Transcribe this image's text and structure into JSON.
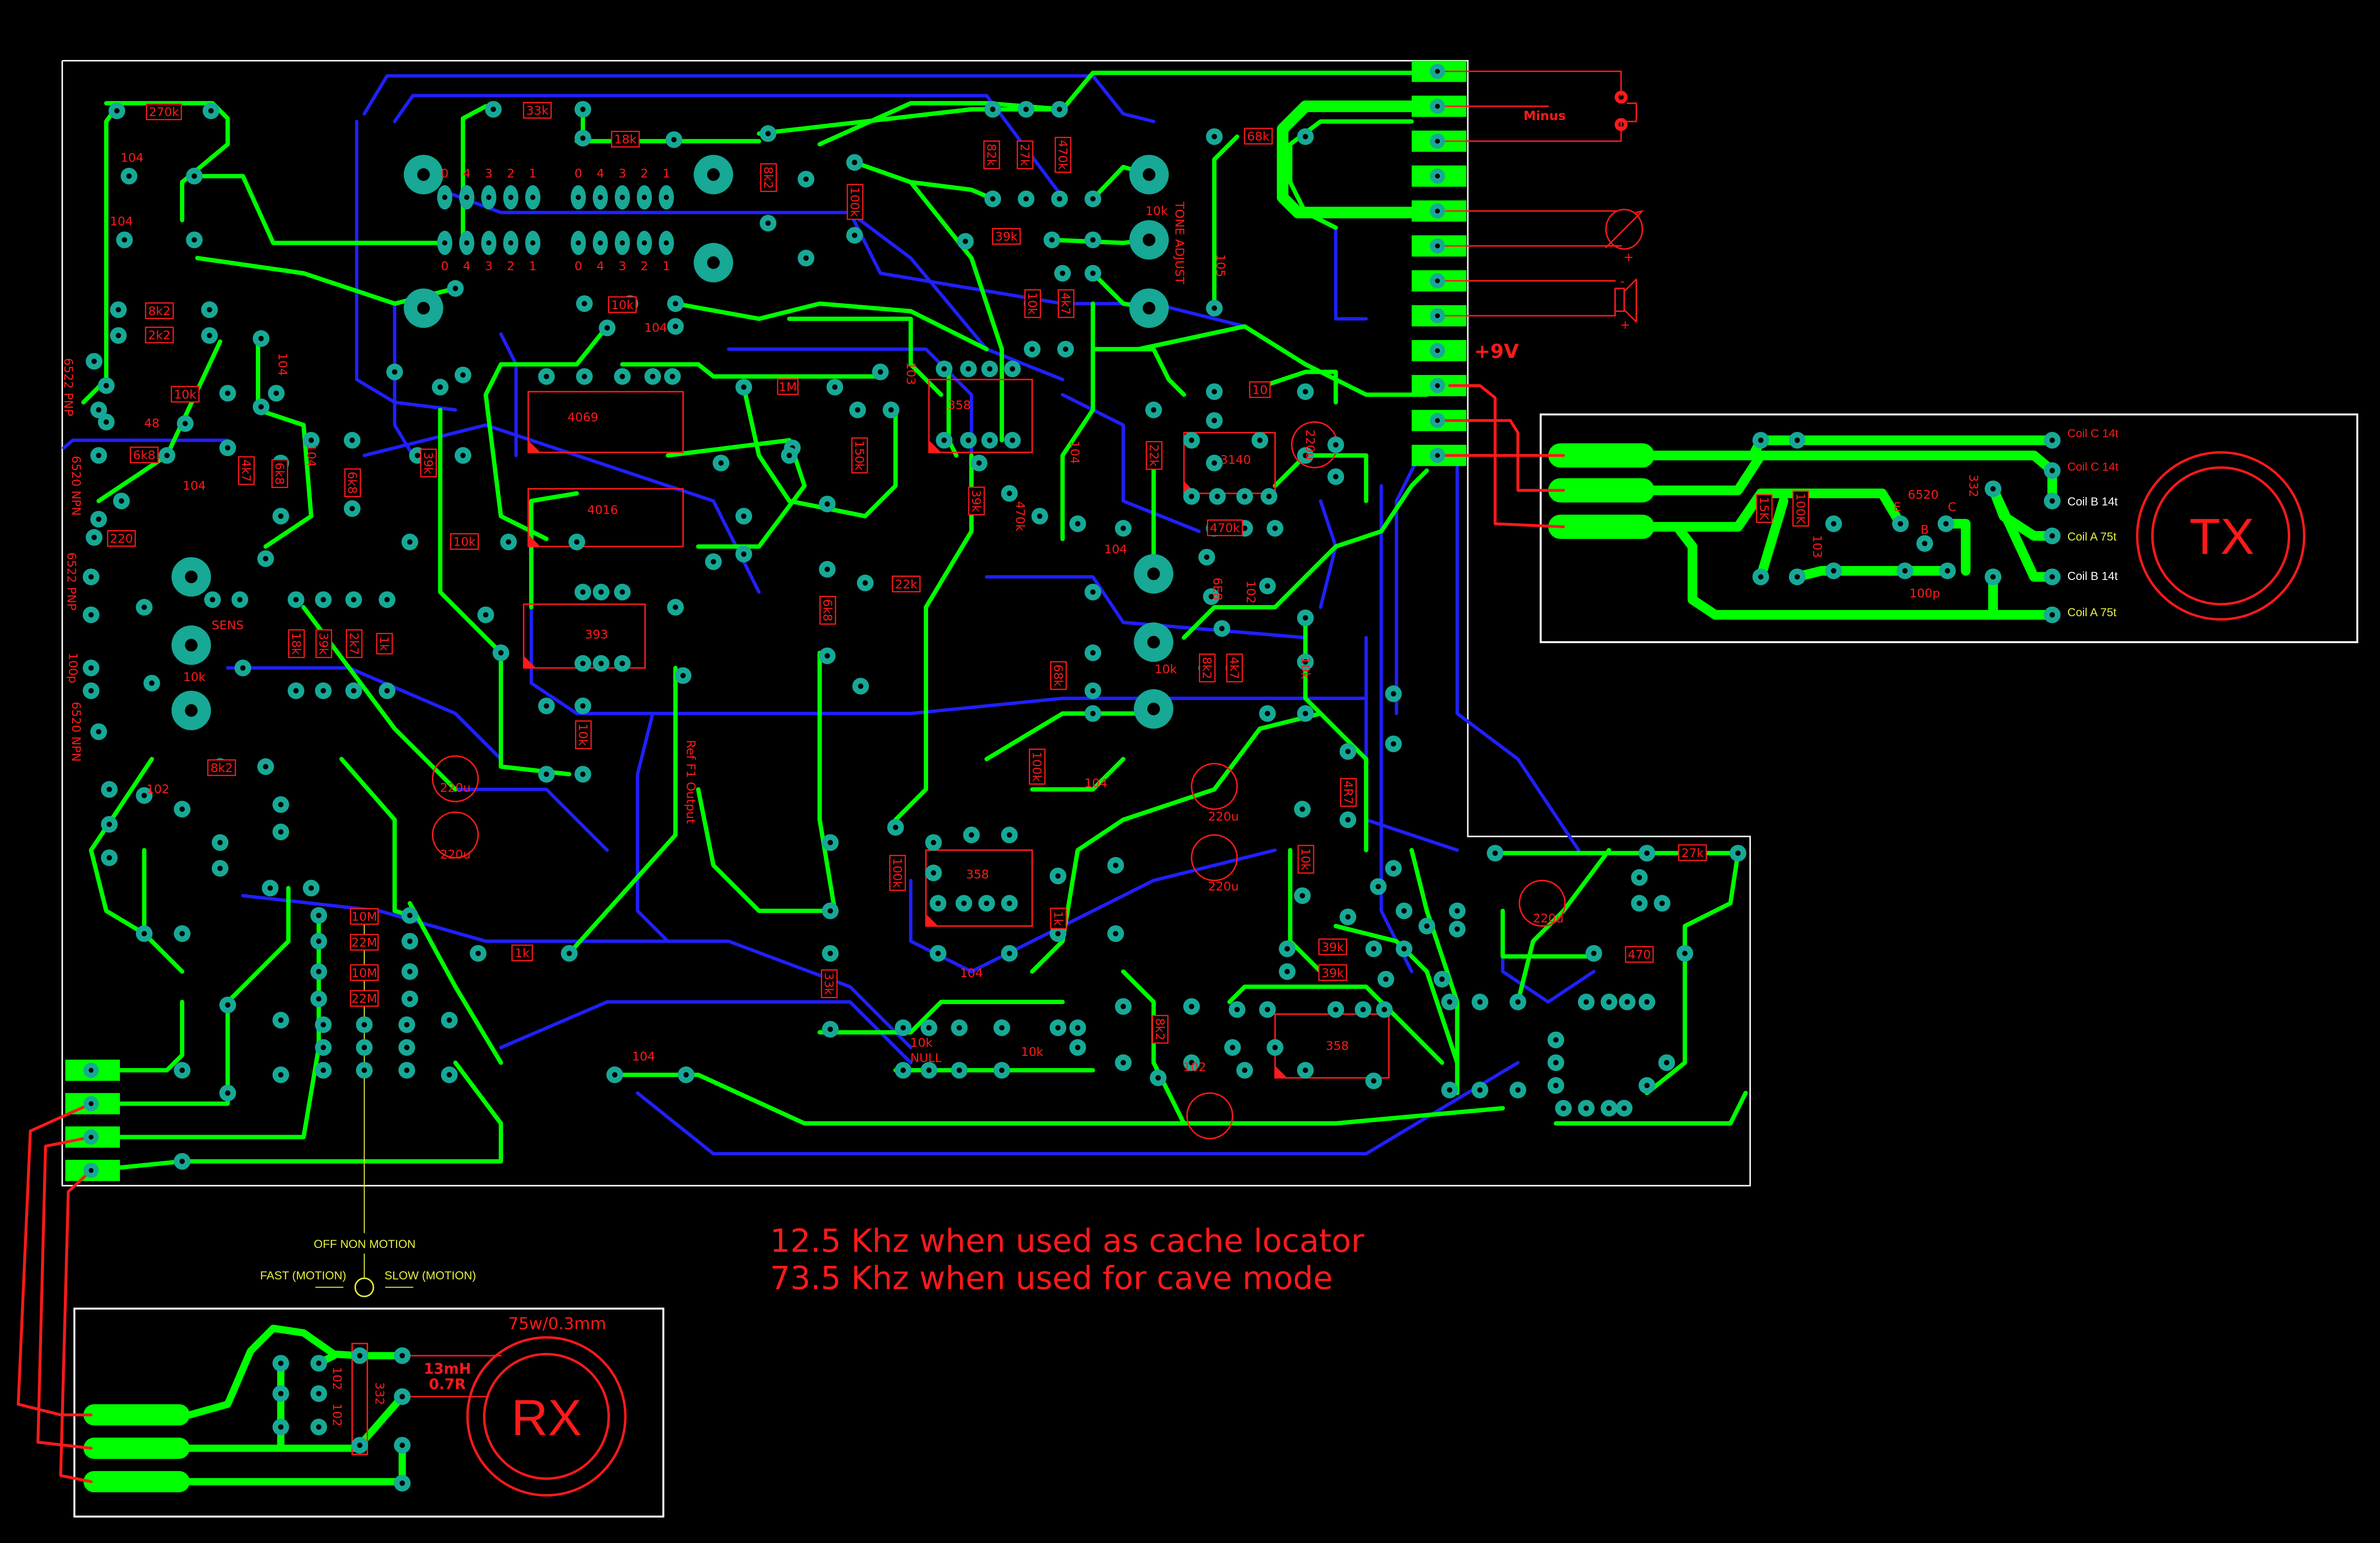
{
  "notes": {
    "line1": "12.5 Khz when used as cache locator",
    "line2": "73.5 Khz when used for cave mode"
  },
  "connectors": {
    "minus": "Minus",
    "plus9v": "+9V",
    "meter_minus": "-",
    "meter_plus": "+",
    "speaker_minus": "-",
    "speaker_plus": "+"
  },
  "motion_switch": {
    "off": "OFF NON MOTION",
    "fast": "FAST (MOTION)",
    "slow": "SLOW (MOTION)"
  },
  "tx": {
    "title": "TX",
    "coils": [
      "Coil C 14t",
      "Coil C 14t",
      "Coil B 14t",
      "Coil A 75t",
      "Coil B 14t",
      "Coil A 75t"
    ],
    "parts": [
      "15K",
      "100K",
      "103",
      "6520",
      "E",
      "C",
      "B",
      "332",
      "100p"
    ]
  },
  "rx": {
    "title": "RX",
    "wire": "75w/0.3mm",
    "inductance": "13mH",
    "resistance": "0.7R",
    "parts": [
      "102",
      "102",
      "332"
    ]
  },
  "main_board": {
    "switch_digits": [
      "0",
      "4",
      "3",
      "2",
      "1"
    ],
    "labels": [
      "270k",
      "104",
      "104",
      "8k2",
      "2k2",
      "10k",
      "48",
      "6k8",
      "104",
      "220",
      "33k",
      "18k",
      "10k",
      "104",
      "4069",
      "4016",
      "393",
      "10k",
      "1M",
      "82k",
      "27k",
      "470k",
      "8k2",
      "100k",
      "39k",
      "10k",
      "TONE ADJUST",
      "105",
      "68k",
      "358",
      "3140",
      "10",
      "220u",
      "22k",
      "150k",
      "104",
      "470k",
      "6E8",
      "10k",
      "SENS",
      "10k",
      "8k2",
      "102",
      "220u",
      "220u",
      "Ref F1 Output",
      "10M",
      "22M",
      "10M",
      "22M",
      "1k",
      "104",
      "10k",
      "NULL",
      "358",
      "104",
      "1k",
      "104",
      "220u",
      "220u",
      "27k",
      "39k",
      "39k",
      "358",
      "220u",
      "470",
      "10k",
      "102",
      "8k2",
      "33k",
      "10k",
      "4R7",
      "6522 PNP",
      "6520 NPN",
      "6522 PNP",
      "100p",
      "6520 NPN",
      "6k8",
      "4k7",
      "104",
      "104",
      "18k",
      "39k",
      "2k7",
      "1k",
      "39k",
      "6k8",
      "4k7",
      "10k",
      "39k",
      "470k",
      "68k",
      "100k",
      "100k",
      "10k",
      "4k7",
      "8k2",
      "102",
      "104",
      "103",
      "10k",
      "22k",
      "6k8"
    ]
  },
  "colors": {
    "top_trace": "#00ff00",
    "bottom_trace": "#2020ff",
    "pad": "#17a896",
    "silkscreen": "#ff1a1a",
    "outline": "#ffffff",
    "switch_text": "#e8f040"
  }
}
